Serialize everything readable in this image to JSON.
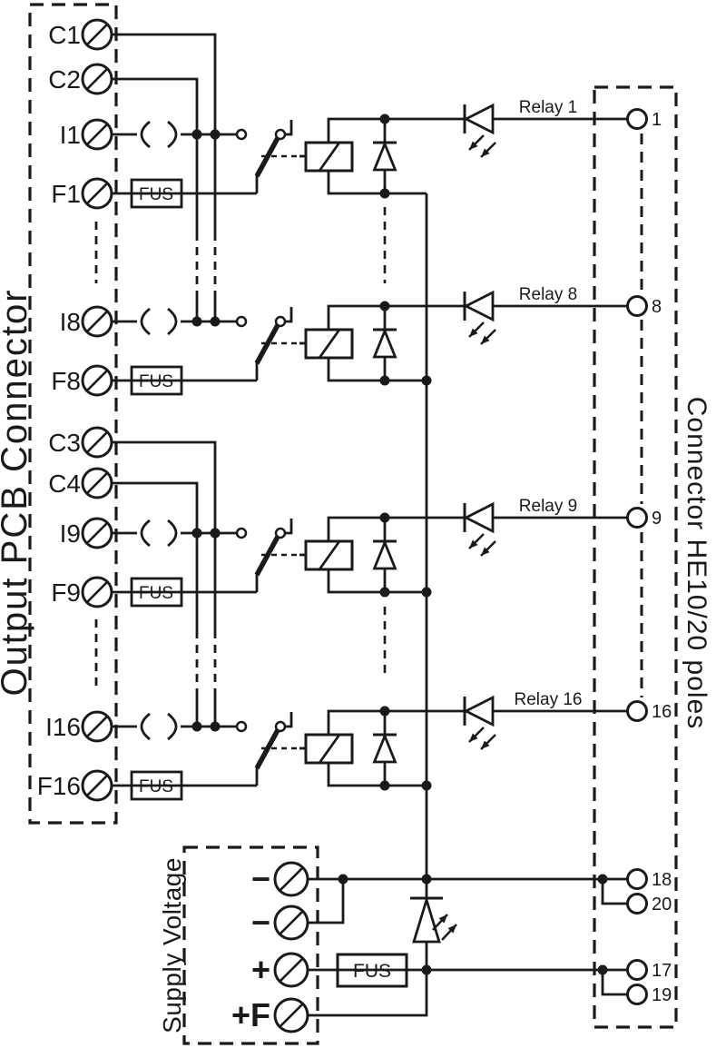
{
  "diagram": {
    "left_connector_label": "Output PCB Connector",
    "right_connector_label": "Connector HE10/20 poles",
    "supply_label": "Supply Voltage",
    "fuse_label": "FUS",
    "groups": [
      {
        "commons": [
          "C1",
          "C2"
        ]
      },
      {
        "commons": [
          "C3",
          "C4"
        ]
      }
    ],
    "relays": [
      {
        "name": "Relay 1",
        "input": "I1",
        "fuse_terminal": "F1",
        "pin": "1"
      },
      {
        "name": "Relay 8",
        "input": "I8",
        "fuse_terminal": "F8",
        "pin": "8"
      },
      {
        "name": "Relay 9",
        "input": "I9",
        "fuse_terminal": "F9",
        "pin": "9"
      },
      {
        "name": "Relay 16",
        "input": "I16",
        "fuse_terminal": "F16",
        "pin": "16"
      }
    ],
    "supply_terminals": [
      "−",
      "−",
      "+",
      "+F"
    ],
    "supply_pins": [
      "18",
      "20",
      "17",
      "19"
    ],
    "colors": {
      "line": "#1a1a1a",
      "background": "#ffffff"
    }
  }
}
